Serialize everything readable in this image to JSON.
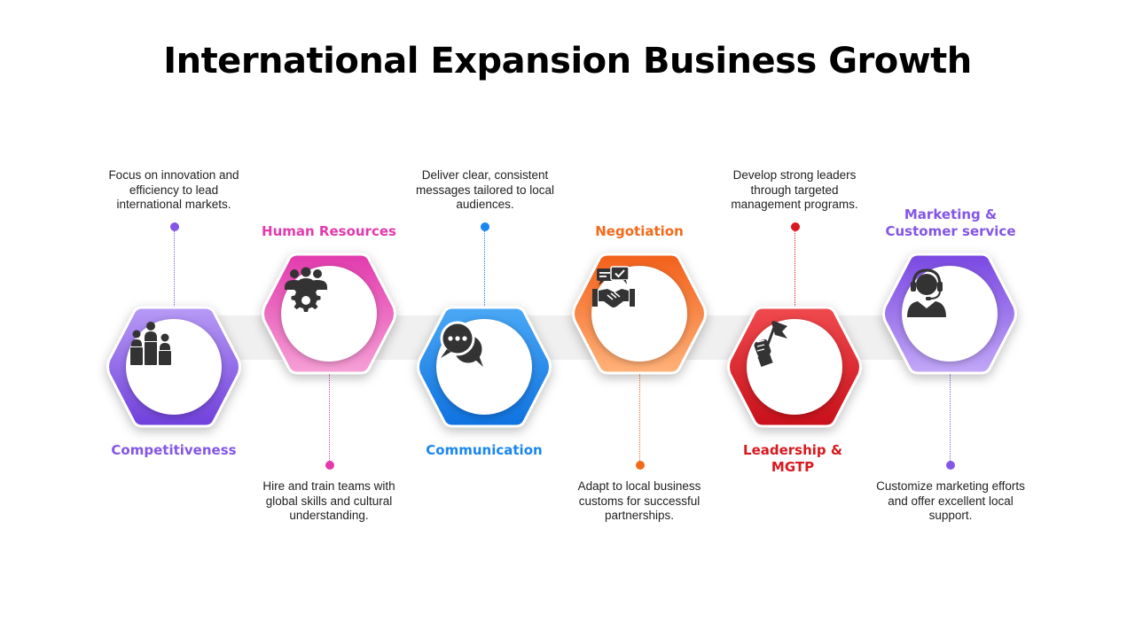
{
  "title": "International Expansion Business Growth",
  "colors": {
    "purple": "#8456e6",
    "pink": "#e23aad",
    "blue": "#1a86ef",
    "orange": "#f26a1b",
    "red": "#d8191f",
    "icon": "#333333"
  },
  "steps": [
    {
      "label": "Competitiveness",
      "description": "Focus on innovation and efficiency to lead international markets.",
      "icon": "podium-people-icon",
      "color": "#8456e6"
    },
    {
      "label": "Human Resources",
      "description": "Hire and train teams with global skills and cultural understanding.",
      "icon": "team-gear-icon",
      "color": "#e23aad"
    },
    {
      "label": "Communication",
      "description": "Deliver clear, consistent messages tailored to local audiences.",
      "icon": "chat-bubbles-icon",
      "color": "#1a86ef"
    },
    {
      "label": "Negotiation",
      "description": "Adapt to local business customs for successful partnerships.",
      "icon": "handshake-icon",
      "color": "#f26a1b"
    },
    {
      "label": "Leadership & MGTP",
      "description": "Develop strong leaders through targeted management programs.",
      "icon": "flag-hand-icon",
      "color": "#d8191f"
    },
    {
      "label": "Marketing & Customer service",
      "description": "Customize marketing efforts and offer excellent local support.",
      "icon": "headset-agent-icon",
      "color": "#8456e6"
    }
  ]
}
